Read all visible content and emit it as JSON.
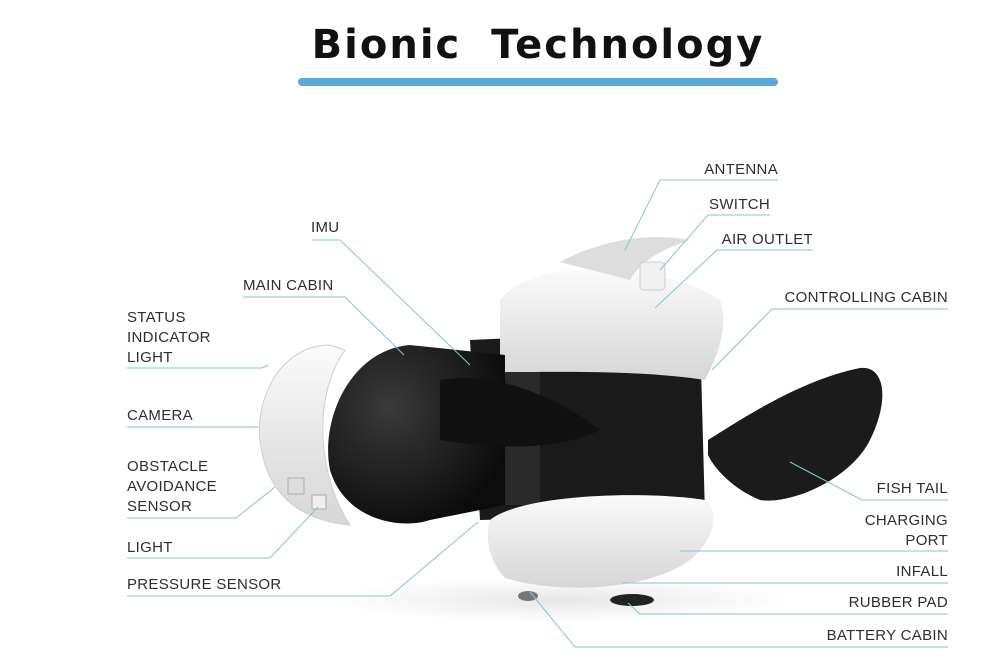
{
  "title": "Bionic Technology",
  "colors": {
    "accent_bar": "#58a9de",
    "leader_line": "#86c6cf",
    "text": "#2e2e2e"
  },
  "labels": {
    "status_indicator_light": [
      "STATUS",
      "INDICATOR",
      "LIGHT"
    ],
    "camera": "CAMERA",
    "obstacle_avoidance_sensor": [
      "OBSTACLE",
      "AVOIDANCE",
      "SENSOR"
    ],
    "light": "LIGHT",
    "pressure_sensor": "PRESSURE SENSOR",
    "main_cabin": "MAIN CABIN",
    "imu": "IMU",
    "antenna": "ANTENNA",
    "switch": "SWITCH",
    "air_outlet": "AIR OUTLET",
    "controlling_cabin": "CONTROLLING CABIN",
    "fish_tail": "FISH TAIL",
    "charging_port": [
      "CHARGING",
      "PORT"
    ],
    "infall": "INFALL",
    "rubber_pad": "RUBBER PAD",
    "battery_cabin": "BATTERY CABIN"
  }
}
